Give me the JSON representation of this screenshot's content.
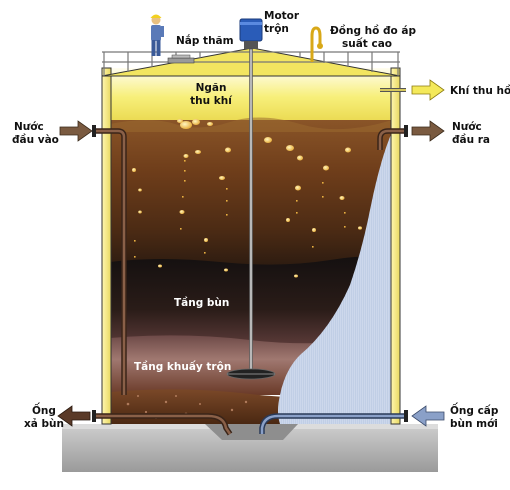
{
  "labels": {
    "motor_line1": "Motor",
    "motor_line2": "trộn",
    "inspection_lid": "Nắp thăm",
    "gauge_line1": "Đồng hồ đo áp",
    "gauge_line2": "suất cao",
    "gas_chamber_line1": "Ngăn",
    "gas_chamber_line2": "thu khí",
    "gas_out": "Khí thu hồi",
    "inlet_line1": "Nước",
    "inlet_line2": "đầu vào",
    "outlet_line1": "Nước",
    "outlet_line2": "đầu ra",
    "sludge_layer": "Tầng bùn",
    "mixing_layer": "Tầng khuấy trộn",
    "drain_line1": "Ống",
    "drain_line2": "xả bùn",
    "supply_line1": "Ống cấp",
    "supply_line2": "bùn mới"
  },
  "colors": {
    "gas_yellow": "#f4e95a",
    "liquid_brown": "#6e3d1a",
    "sludge_dark": "#1f1410",
    "mixing_pink": "#8a5a55",
    "concrete": "#b8b8b8",
    "arrow_brown": "#7a5a40",
    "arrow_yellow": "#f4e95a",
    "arrow_blue": "#8aa0c8"
  }
}
